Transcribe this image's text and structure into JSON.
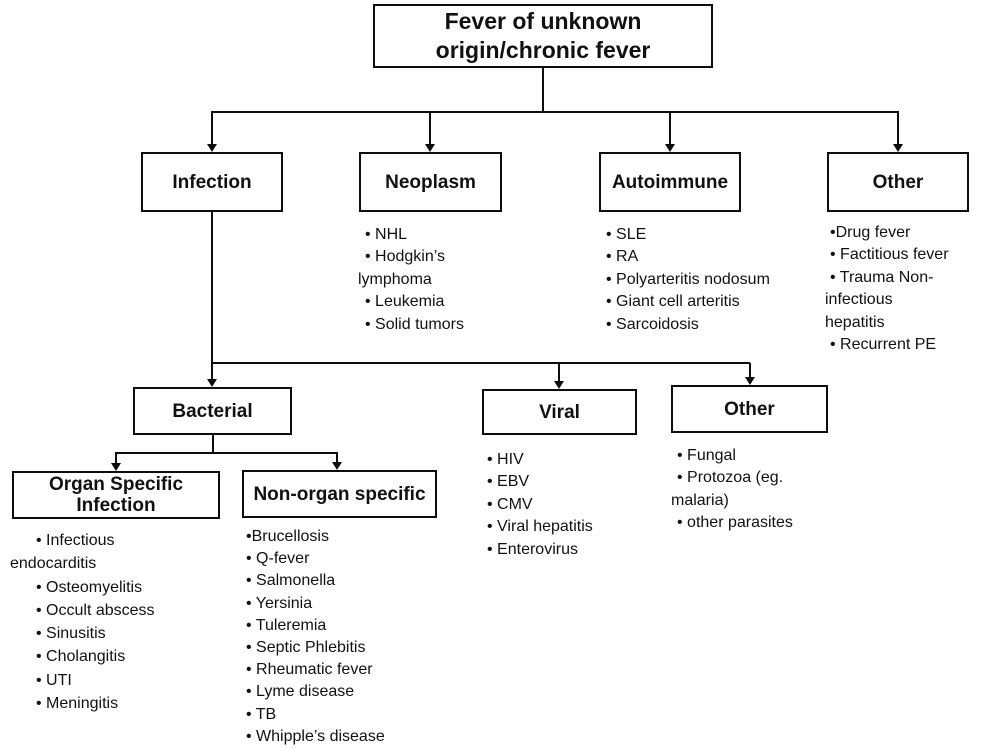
{
  "root": {
    "label": "Fever of unknown\norigin/chronic fever"
  },
  "nodes": {
    "infection": {
      "label": "Infection"
    },
    "neoplasm": {
      "label": "Neoplasm",
      "items": [
        "• NHL",
        "• Hodgkin’s\nlymphoma",
        "• Leukemia",
        "• Solid tumors"
      ]
    },
    "autoimmune": {
      "label": "Autoimmune",
      "items": [
        "• SLE",
        "• RA",
        "• Polyarteritis nodosum",
        "• Giant cell arteritis",
        "• Sarcoidosis"
      ]
    },
    "other_top": {
      "label": "Other",
      "items": [
        "•Drug fever",
        "• Factitious fever",
        "• Trauma Non-\ninfectious\nhepatitis",
        "• Recurrent PE"
      ]
    },
    "bacterial": {
      "label": "Bacterial"
    },
    "viral": {
      "label": "Viral",
      "items": [
        "• HIV",
        "• EBV",
        "• CMV",
        "• Viral hepatitis",
        "• Enterovirus"
      ]
    },
    "other_infection": {
      "label": "Other",
      "items": [
        "• Fungal",
        "• Protozoa (eg.\nmalaria)",
        "• other parasites"
      ]
    },
    "organ_specific": {
      "label": "Organ Specific\nInfection",
      "items": [
        "• Infectious\nendocarditis",
        "• Osteomyelitis",
        "• Occult abscess",
        "• Sinusitis",
        "• Cholangitis",
        "• UTI",
        "• Meningitis"
      ]
    },
    "non_organ": {
      "label": "Non-organ specific",
      "items": [
        "•Brucellosis",
        "• Q-fever",
        "• Salmonella",
        "• Yersinia",
        "• Tuleremia",
        "• Septic Phlebitis",
        "• Rheumatic fever",
        "• Lyme disease",
        "• TB",
        "• Whipple’s disease"
      ]
    }
  },
  "colors": {
    "background": "#ffffff",
    "box_border": "#0d0d0d",
    "line": "#0d0d0d",
    "text": "#111111"
  }
}
